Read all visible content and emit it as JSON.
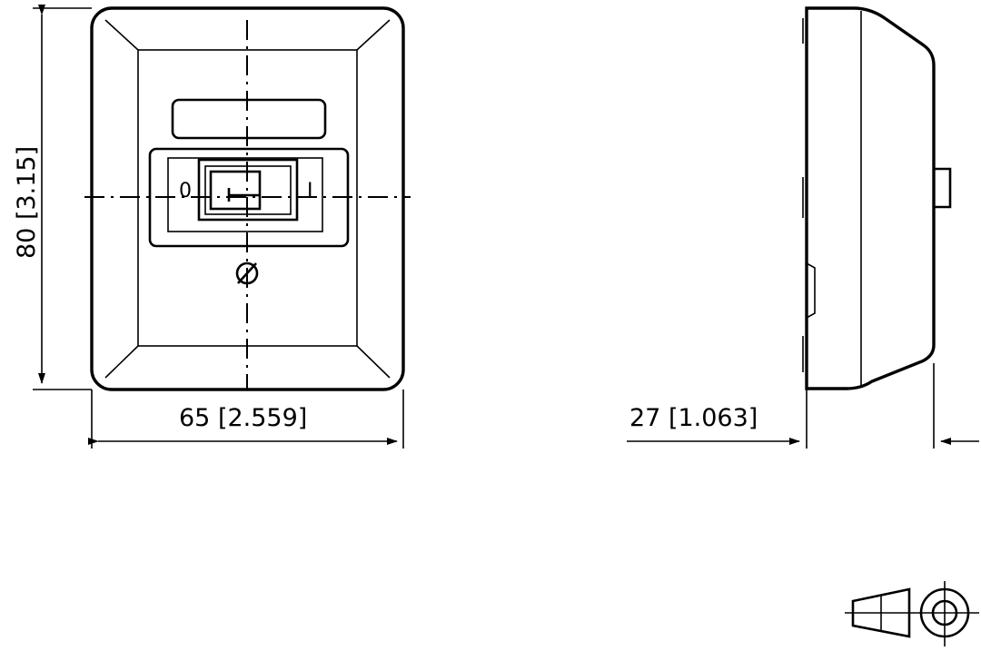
{
  "dimensions": {
    "height": "80 [3.15]",
    "width": "65 [2.559]",
    "depth": "27 [1.063]"
  },
  "switch_labels": {
    "off": "0",
    "on": "I"
  }
}
